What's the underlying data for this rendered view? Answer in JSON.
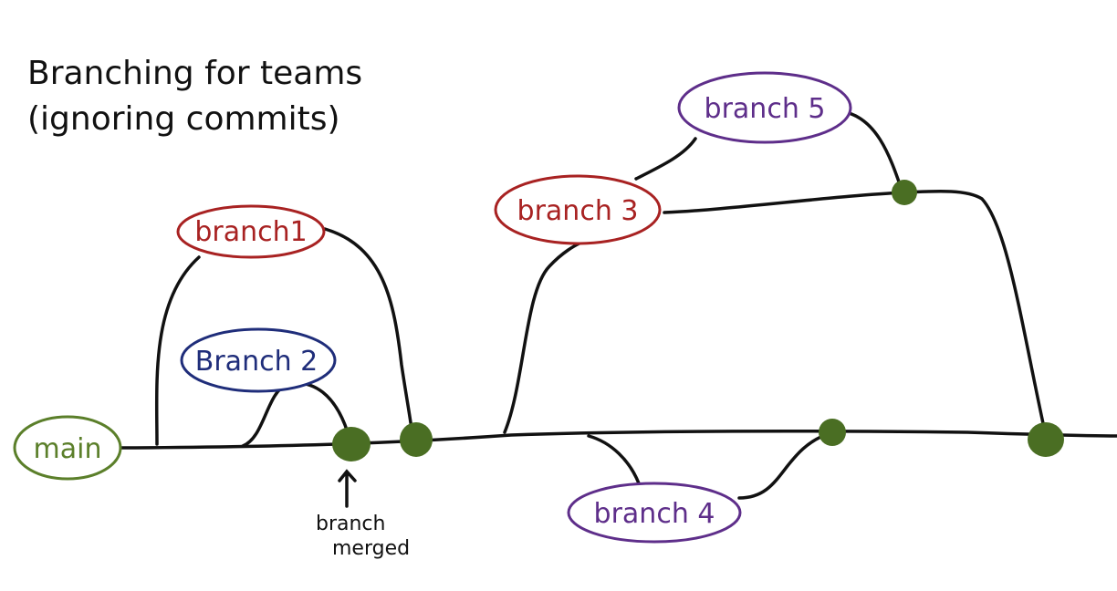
{
  "title": {
    "line1": "Branching for teams",
    "line2": "(ignoring commits)"
  },
  "branches": {
    "main": {
      "label": "main",
      "color": "#5b7f2a"
    },
    "branch1": {
      "label": "branch1",
      "color": "#a82222"
    },
    "branch2": {
      "label": "Branch 2",
      "color": "#1f2d7a"
    },
    "branch3": {
      "label": "branch 3",
      "color": "#a82222"
    },
    "branch4": {
      "label": "branch 4",
      "color": "#5e2e8a"
    },
    "branch5": {
      "label": "branch 5",
      "color": "#5e2e8a"
    }
  },
  "annotation": {
    "line1": "branch",
    "line2": "merged"
  },
  "colors": {
    "line": "#111111",
    "merge_dot": "#4a6e23"
  }
}
